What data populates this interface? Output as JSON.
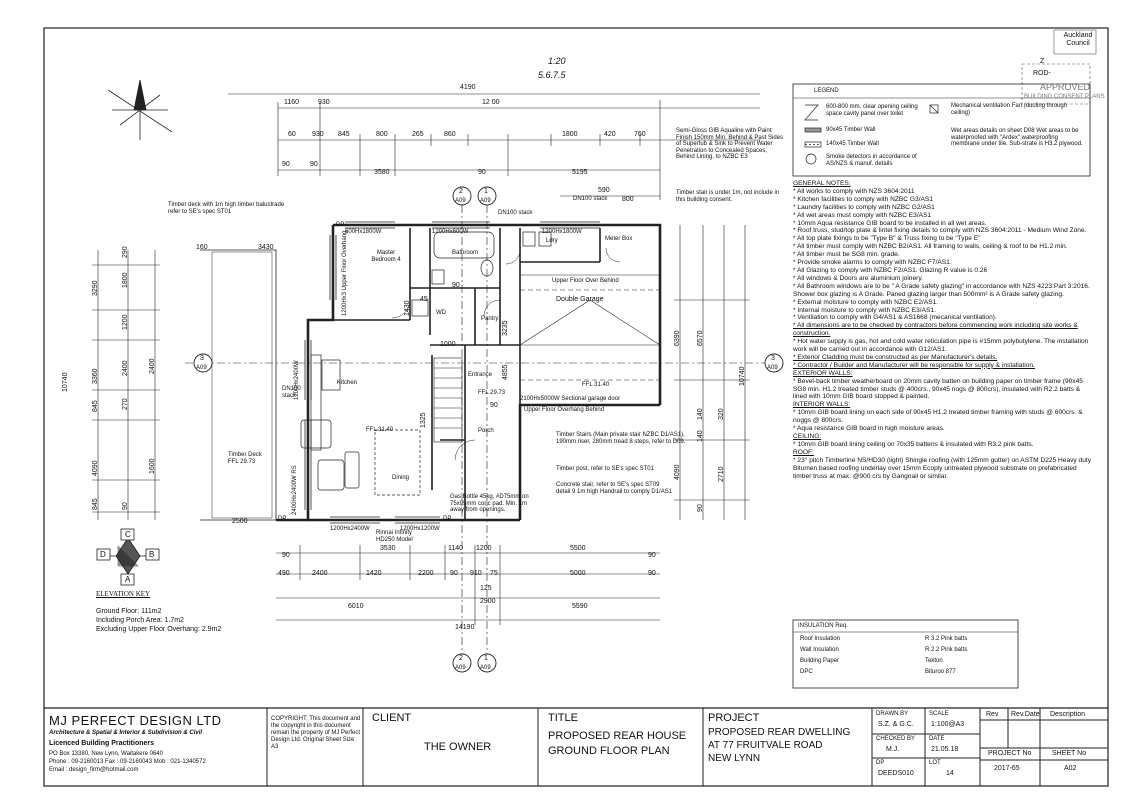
{
  "stamp": {
    "council": "Auckland Council",
    "ref_a": "Z",
    "ref_b": "ROD-",
    "approved": "APPROVED",
    "consent": "BUILDING CONSENT PLANS"
  },
  "handwriting": {
    "line1": "1:20",
    "line2": "5.6.7.5"
  },
  "legend": {
    "title": "LEGEND",
    "items": [
      "600-800 mm. clear opening ceiling space cavity panel over toilet",
      "Mechanical ventilation Fan (ducting through ceiling)",
      "90x45 Timber Wall",
      "Wet areas details on sheet D08 Wet areas to be waterproofed with \"Ardex\" waterproofing membrane under tile. Sub-strate is H3.2 plywood.",
      "140x45 Timber Wall",
      "Smoke detectors in accordance of AS/NZS & manuf. details"
    ]
  },
  "general_notes": {
    "heading": "GENERAL NOTES:",
    "lines": [
      "* All works to comply with NZS 3604:2011",
      "* Kitchen facilities to comply with NZBC G3/AS1",
      "* Laundry facilities to comply with NZBC G2/AS1",
      "* All wet areas must comply with NZBC E3/AS1",
      "* 10mm Aqua resistance GIB board to be installed in all wet areas.",
      "* Roof truss, stud/top plate & lintel fixing details to comply with NZS 3604:2011 - Medium Wind Zone.",
      "* All top plate fixings to be \"Type B\" & Truss fixing to be \"Type E\"",
      "* All timber must comply with NZBC B2/AS1. All framing to walls, ceiling & roof to be H1.2 min.",
      "* All timber must be SG8 min. grade.",
      "* Provide smoke alarms to comply with NZBC F7/AS1.",
      "* All Glazing to comply with NZBC F2/AS1. Glazing R value is 0.26",
      "* All windows & Doors are aluminium joinery.",
      "* All Bathroom windows are to be \" A Grade safety glazing\" in accordance with NZS 4223:Part 3:2016. Shower box glazing is A Grade. Paned glazing larger than 500mm² is A Grade safety glazing.",
      "* External moisture to comply with NZBC E2/AS1.",
      "* Internal moisture to comply with NZBC E3/AS1.",
      "* Ventilation to comply with G4/AS1 & AS1668 (mecanical ventilation).",
      "* All dimensions are to be checked by contractors before commencing work including site works & construction.",
      "* Hot water supply is gas, hot and cold water reticulation pipe is #15mm polybutylene. The installation work will be carried out in accordance with G12/AS1.",
      "* Exterior Cladding must be constructed as per Manufacturer's details.",
      "* Contractor / Builder and Manufacturer will be responsible for supply & installation."
    ],
    "exterior_heading": "EXTERIOR WALLS:",
    "exterior": "* Bevel-back timber weatherboard on 20mm cavity batten on building paper on timber frame (90x45 SG8 min. H1.2 treated timber studs @ 400crs., 90x45 nogs @ 800crs), insulated with R2.2 batts & lined with 10mm GIB board stopped & painted.",
    "interior_heading": "INTERIOR WALLS:",
    "interior": [
      "* 10mm GIB board lining on each side of 90x45 H1.2 treated timber framing with studs @ 600crs. & noggs @ 800crs.",
      "* Aqua resistance GIB board in high moisture areas."
    ],
    "ceiling_heading": "CEILING:",
    "ceiling": "* 10mm GIB board lining ceiling on 70x35 battens & insulated with R3.2 pink batts.",
    "roof_heading": "ROOF:",
    "roof": "* 23° pitch Timberline NS/HD30 (light) Shingle roofing (with 125mm gutter) on ASTM D225 Heavy duty Bitumen based roofing underlay over 15mm Ecoply untreated plywood substrate on prefabricated timber truss at max. @900 crs by Gangnail or similar."
  },
  "insulation": {
    "title": "INSULATION Req.",
    "rows": [
      {
        "item": "Roof Insulation",
        "value": "R 3.2   Pink batts"
      },
      {
        "item": "Wall Insulation",
        "value": "R 2.2   Pink batts"
      },
      {
        "item": "Building Paper",
        "value": "Tekton"
      },
      {
        "item": "DPC",
        "value": "Bituroo 877"
      }
    ]
  },
  "plan": {
    "rooms": {
      "master": "Master Bedroom 4",
      "bathroom": "Bathroom",
      "ldry": "Ldry",
      "meter": "Meter Box",
      "garage": "Double Garage",
      "pantry": "Pantry",
      "kitchen": "Kitchen",
      "dining": "Dining",
      "porch": "Porch",
      "entrance": "Entrance",
      "wd": "WD",
      "deck": "Timber Deck FFL 29.73"
    },
    "window_labels": {
      "w1": "600Hx1800W",
      "w2": "1200Hx600W",
      "w3": "1200Hx1800W",
      "door": "2100Hx5000W Sectional garage door",
      "sliding": "2400Hx2400W RS",
      "left": "1200Hx2400W",
      "bot1": "1200Hx2400W",
      "bot2": "1200Hx1200W",
      "dp1": "DP",
      "dp2": "DP",
      "dp3": "DP"
    },
    "dims_top": [
      "4190",
      "1160",
      "930",
      "12 00",
      "60",
      "930",
      "845",
      "800",
      "265",
      "860",
      "1800",
      "420",
      "760",
      "90",
      "90",
      "3580",
      "90",
      "5195",
      "590",
      "800"
    ],
    "dims_bottom_a": [
      "3530",
      "90",
      "1140",
      "1200",
      "5500",
      "90"
    ],
    "dims_bottom_b": [
      "490",
      "2400",
      "1420",
      "2200",
      "90",
      "910",
      "75",
      "5000",
      "90"
    ],
    "dims_bottom_c": [
      "125",
      "2900",
      "6010",
      "5590",
      "14190"
    ],
    "dims_left": [
      "3290",
      "290",
      "1800",
      "1200",
      "3360",
      "2400",
      "10740",
      "2400",
      "845",
      "270",
      "4090",
      "845",
      "90",
      "1600"
    ],
    "dims_right": [
      "6390",
      "6570",
      "10740",
      "140",
      "320",
      "140",
      "2710",
      "4090",
      "90"
    ],
    "dims_inner": [
      "1430",
      "160",
      "3430",
      "2500",
      "1000",
      "1325",
      "3235",
      "4855",
      "90",
      "45",
      "90"
    ],
    "annotations": [
      "Timber deck with 1m high timber balustrade refer to SE's spec ST01",
      "DN100 stack",
      "DN100 stack",
      "DN100 stack",
      "Semi-Gloss GIB Aqualine with Paint Finish 150mm Min. Behind & Past Sides of Supertub & Sink to Prevent Water Penetration to Concealed Spaces, Behind Lining, to NZBC E3",
      "Timber stair is under 1m, not include in this building consent.",
      "Upper Floor Over Behind",
      "1200Hx3 Upper Floor Overhang",
      "Timber Stairs (Main private stair NZBC D1/AS1), 190mm riser, 280mm tread 8 steps, refer to D09.",
      "Timber post, refer to SE's spec ST01",
      "Concrete stair, refer to SE's spec ST09 detail 9 1m high Handrail to comply D1/AS1",
      "Gas Bottle 45kg, #D75mm on 75x95mm conc pad. Min. 1m away from openings.",
      "Rinnai Infinity HD250 Model",
      "Upper Floor Overhang Behind",
      "FFL 31.40",
      "FFL 31.40",
      "FFL 29.73"
    ],
    "section_markers": [
      {
        "num": "2",
        "sheet": "A09"
      },
      {
        "num": "1",
        "sheet": "A09"
      },
      {
        "num": "3",
        "sheet": "A09"
      },
      {
        "num": "3",
        "sheet": "A09"
      },
      {
        "num": "2",
        "sheet": "A09"
      },
      {
        "num": "1",
        "sheet": "A09"
      }
    ],
    "elevation_key": {
      "title": "ELEVATION KEY",
      "a": "A",
      "b": "B",
      "c": "C",
      "d": "D"
    },
    "areas": [
      "Ground Floor: 111m2",
      "Including Porch Area: 1.7m2",
      "Excluding Upper Floor Overhang: 2.9m2"
    ]
  },
  "title_block": {
    "company": "MJ PERFECT DESIGN LTD",
    "tagline1": "Architecture & Spatial & Interior & Subdivision & Civil",
    "tagline2": "Licenced Building Practitioners",
    "address": "PO Box 13380, New Lynn, Waitakere 0640",
    "phone": "Phone : 09-2160013   Fax : 09-2160043  Mob : 021-1340572",
    "email": "Email : design_firm@hotmail.com",
    "copyright": "COPYRIGHT: This document and the copyright in this document remain the property of MJ Perfect Design Ltd. Original Sheet Size A3",
    "client_label": "CLIENT",
    "client": "THE OWNER",
    "title_label": "TITLE",
    "title1": "PROPOSED REAR HOUSE",
    "title2": "GROUND FLOOR PLAN",
    "project_label": "PROJECT",
    "project1": "PROPOSED REAR DWELLING",
    "project2": "AT 77 FRUITVALE ROAD",
    "project3": "NEW LYNN",
    "drawn_by_label": "DRAWN BY",
    "drawn_by": "S.Z. & G.C.",
    "scale_label": "SCALE",
    "scale": "1:100@A3",
    "checked_label": "CHECKED BY",
    "checked": "M.J.",
    "date_label": "DATE",
    "date": "21.05.18",
    "dp_label": "DP",
    "dp": "DEEDS010",
    "lot_label": "LOT",
    "lot": "14",
    "rev_label": "Rev",
    "revdate_label": "Rev.Date",
    "desc_label": "Description",
    "projno_label": "PROJECT No",
    "projno": "2017-65",
    "sheetno_label": "SHEET No",
    "sheetno": "A02"
  }
}
